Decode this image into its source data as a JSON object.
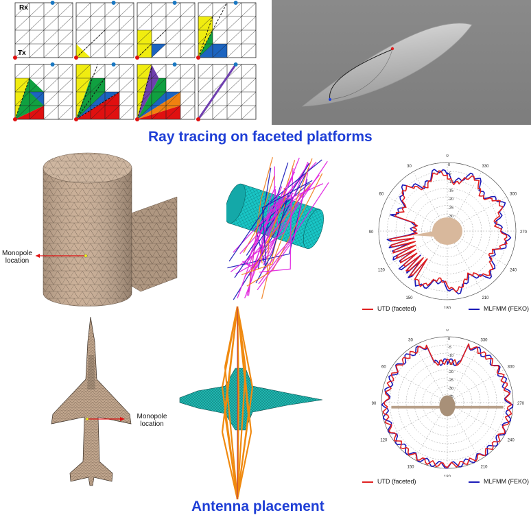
{
  "captions": {
    "ray_tracing": "Ray tracing on faceted platforms",
    "antenna_placement": "Antenna placement"
  },
  "grid_labels": {
    "rx": "Rx",
    "tx": "Tx"
  },
  "monopole_label_top": "Monopole\nlocation",
  "monopole_label_bottom": "Monopole\nlocation",
  "polar_angle_labels": [
    "0",
    "30",
    "60",
    "90",
    "120",
    "150",
    "180",
    "210",
    "240",
    "270",
    "300",
    "330"
  ],
  "polar_radial_labels": [
    "0",
    "-5",
    "-10",
    "-15",
    "-20",
    "-25",
    "-30",
    "-35"
  ],
  "legend": {
    "utd": "UTD (faceted)",
    "mlfmm": "MLFMM (FEKO)"
  },
  "colors": {
    "utd": "#e02020",
    "mlfmm": "#1a1ab8",
    "caption": "#1f3fd6",
    "mesh": "#c9ad94",
    "cyan_mesh": "#18c8c8"
  }
}
